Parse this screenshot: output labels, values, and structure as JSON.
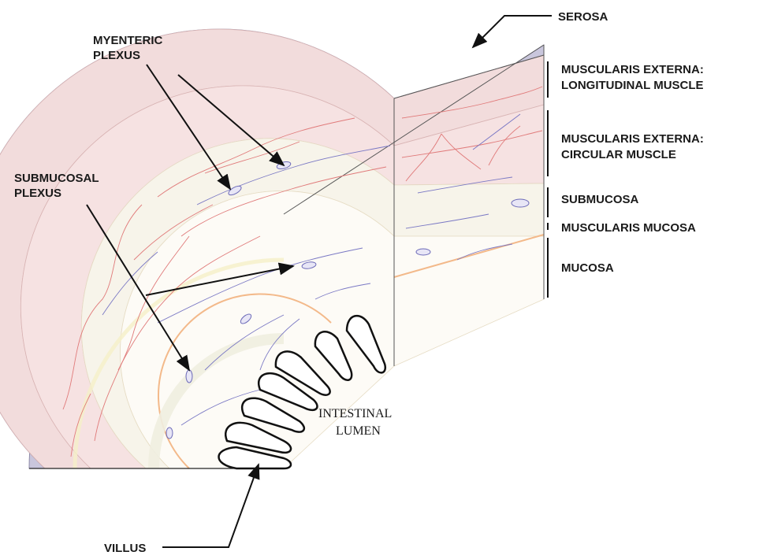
{
  "diagram": {
    "labels": {
      "serosa": "SEROSA",
      "myenteric_line1": "MYENTERIC",
      "myenteric_line2": "PLEXUS",
      "submucosal_line1": "SUBMUCOSAL",
      "submucosal_line2": "PLEXUS",
      "long_muscle_line1": "MUSCULARIS EXTERNA:",
      "long_muscle_line2": "LONGITUDINAL MUSCLE",
      "circ_muscle_line1": "MUSCULARIS EXTERNA:",
      "circ_muscle_line2": "CIRCULAR MUSCLE",
      "submucosa": "SUBMUCOSA",
      "muscularis_mucosa": "MUSCULARIS MUCOSA",
      "mucosa": "MUCOSA",
      "lumen_line1": "INTESTINAL",
      "lumen_line2": "LUMEN",
      "villus": "VILLUS"
    },
    "colors": {
      "serosa": "#c9c6dc",
      "longitudinal_muscle": "#f2dcdc",
      "circular_muscle": "#f6e2e2",
      "submucosa": "#f7f4ea",
      "mucosa_band": "#f3b98a",
      "mucosa": "#fdfbf6",
      "nerve": "#7a78c4",
      "vessel": "#e07a7a",
      "outline": "#1a1a1a"
    }
  }
}
